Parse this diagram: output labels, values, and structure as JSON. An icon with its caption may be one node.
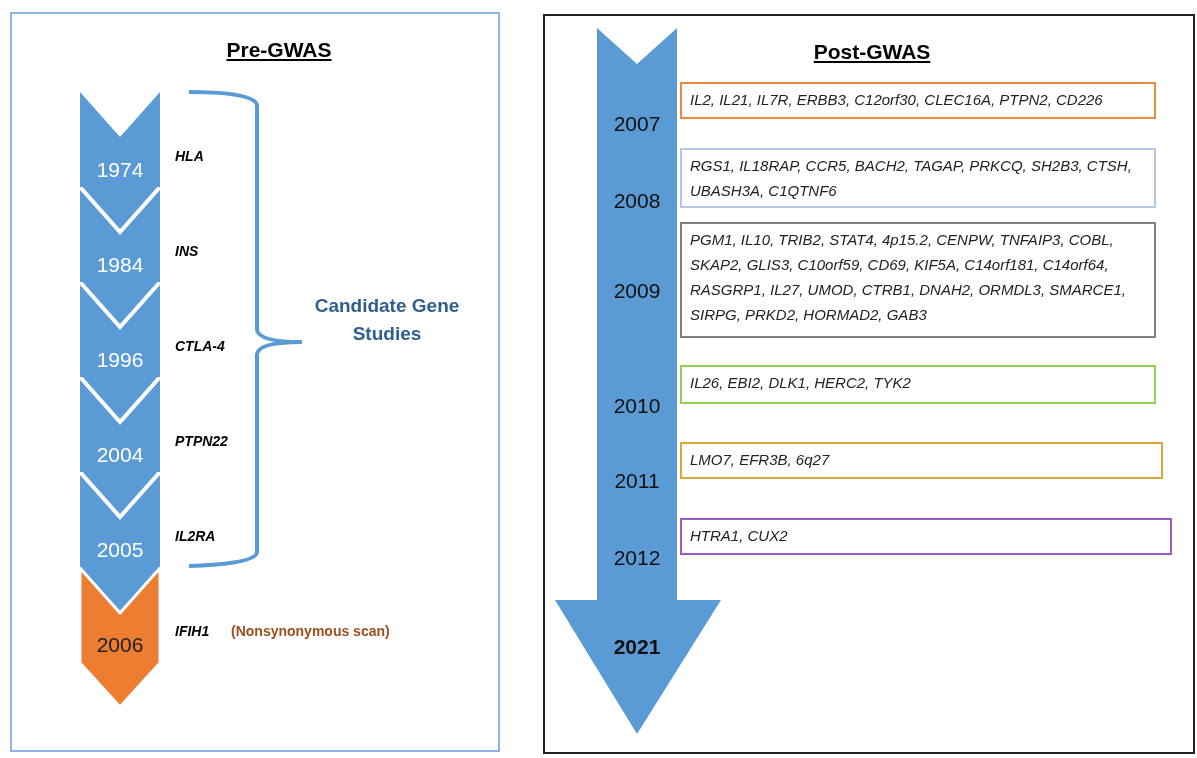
{
  "diagram": {
    "nodes": [
      {
        "text": [
          "Pre-GWAS"
        ]
      },
      {
        "text": [
          "1974"
        ],
        "in": 0,
        "beside": [
          "HLA"
        ]
      },
      {
        "text": [
          "1984"
        ],
        "in": 0,
        "beside": [
          "INS"
        ]
      },
      {
        "text": [
          "1996"
        ],
        "in": 0,
        "beside": [
          "CTLA-4"
        ]
      },
      {
        "text": [
          "2004"
        ],
        "in": 0,
        "beside": [
          "PTPN22"
        ]
      },
      {
        "text": [
          "2005"
        ],
        "in": 0,
        "beside": [
          "IL2RA"
        ]
      },
      {
        "text": [
          "2006"
        ],
        "in": 0,
        "beside": [
          "IFIH1",
          "(Nonsynonymous scan)"
        ]
      },
      {
        "text": [
          "Post-GWAS"
        ]
      },
      {
        "text": [
          "2007",
          "2008",
          "2009",
          "2010",
          "2011",
          "2012",
          "2021"
        ],
        "in": 7
      },
      {
        "text": [
          "IL2, IL21, IL7R, ERBB3, C12orf30, CLEC16A, PTPN2, CD226"
        ],
        "in": 7
      },
      {
        "text": [
          "RGS1, IL18RAP, CCR5, BACH2, TAGAP, PRKCQ, SH2B3, CTSH, UBASH3A, C1QTNF6"
        ],
        "in": 7
      },
      {
        "text": [
          "PGM1, IL10, TRIB2, STAT4, 4p15.2, CENPW, TNFAIP3, COBL, SKAP2, GLIS3, C10orf59, CD69, KIF5A, C14orf181, C14orf64, RASGRP1, IL27, UMOD, CTRB1, DNAH2, ORMDL3, SMARCE1, SIRPG, PRKD2, HORMAD2, GAB3"
        ],
        "in": 7
      },
      {
        "text": [
          "IL26, EBI2, DLK1, HERC2, TYK2"
        ],
        "in": 7
      },
      {
        "text": [
          "LMO7, EFR3B, 6q27"
        ],
        "in": 7
      },
      {
        "text": [
          "HTRA1, CUX2"
        ],
        "in": 7
      }
    ],
    "labels": [
      "Candidate Gene Studies"
    ]
  }
}
